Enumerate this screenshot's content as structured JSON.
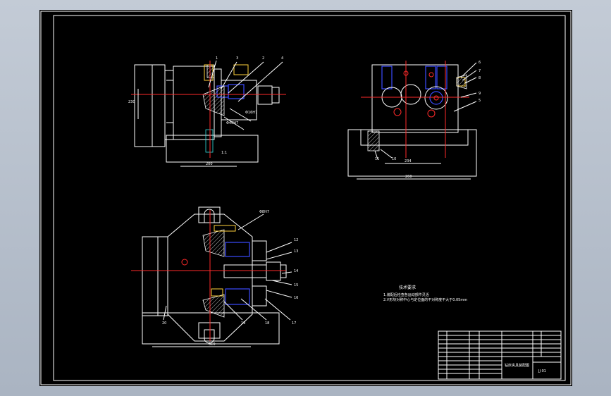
{
  "drawing": {
    "views": {
      "front": {
        "dims": [
          "200",
          "230"
        ],
        "balloons": [
          "1",
          "3",
          "2",
          "4",
          "Φ16H7",
          "Φ40H7",
          "1:1"
        ]
      },
      "side": {
        "dims": [
          "234",
          "260"
        ],
        "balloons": [
          "5",
          "6",
          "7",
          "8",
          "9",
          "10",
          "11"
        ]
      },
      "plan": {
        "dims": [
          "310"
        ],
        "balloons": [
          "12",
          "13",
          "14",
          "15",
          "16",
          "17",
          "18",
          "19",
          "20",
          "Φ8H7"
        ]
      }
    },
    "notes": {
      "title": "技术要求",
      "lines": [
        "1.装配后检查各运动部件灵活",
        "2.V形块对称中心与定位面的不对称度不大于0.05mm"
      ]
    },
    "title_block": {
      "name": "钻床夹具装配图",
      "drawing_no": "JJ-01"
    }
  }
}
